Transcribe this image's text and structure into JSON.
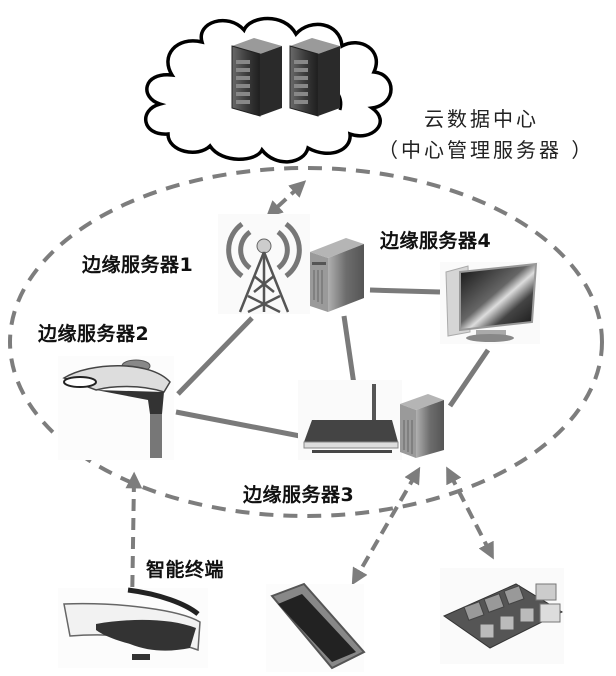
{
  "title": "Edge computing network architecture",
  "cloud": {
    "label_line1": "云数据中心",
    "label_line2": "（中心管理服务器 ）",
    "icon": "server-rack-icon"
  },
  "edge_servers": [
    {
      "id": 1,
      "label": "边缘服务器1",
      "device": "cell-tower-with-server"
    },
    {
      "id": 2,
      "label": "边缘服务器2",
      "device": "smart-street-lamp"
    },
    {
      "id": 3,
      "label": "边缘服务器3",
      "device": "router-with-server"
    },
    {
      "id": 4,
      "label": "边缘服务器4",
      "device": "desktop-monitor"
    }
  ],
  "terminals": {
    "label": "智能终端",
    "devices": [
      "smart-glasses",
      "smartphone",
      "raspberry-pi-relay-board"
    ]
  },
  "links": {
    "solid": [
      [
        "edge1",
        "edge2"
      ],
      [
        "edge1",
        "edge3"
      ],
      [
        "edge1",
        "edge4"
      ],
      [
        "edge2",
        "edge3"
      ],
      [
        "edge3",
        "edge4"
      ]
    ],
    "dashed_bidirectional": [
      [
        "cloud",
        "edge1"
      ],
      [
        "edge2",
        "glasses"
      ],
      [
        "edge3",
        "smartphone"
      ],
      [
        "edge3",
        "board"
      ]
    ]
  },
  "colors": {
    "line": "#7a7a7a",
    "dash": "#7d7d7d",
    "cloud_stroke": "#000000",
    "text": "#111111"
  }
}
